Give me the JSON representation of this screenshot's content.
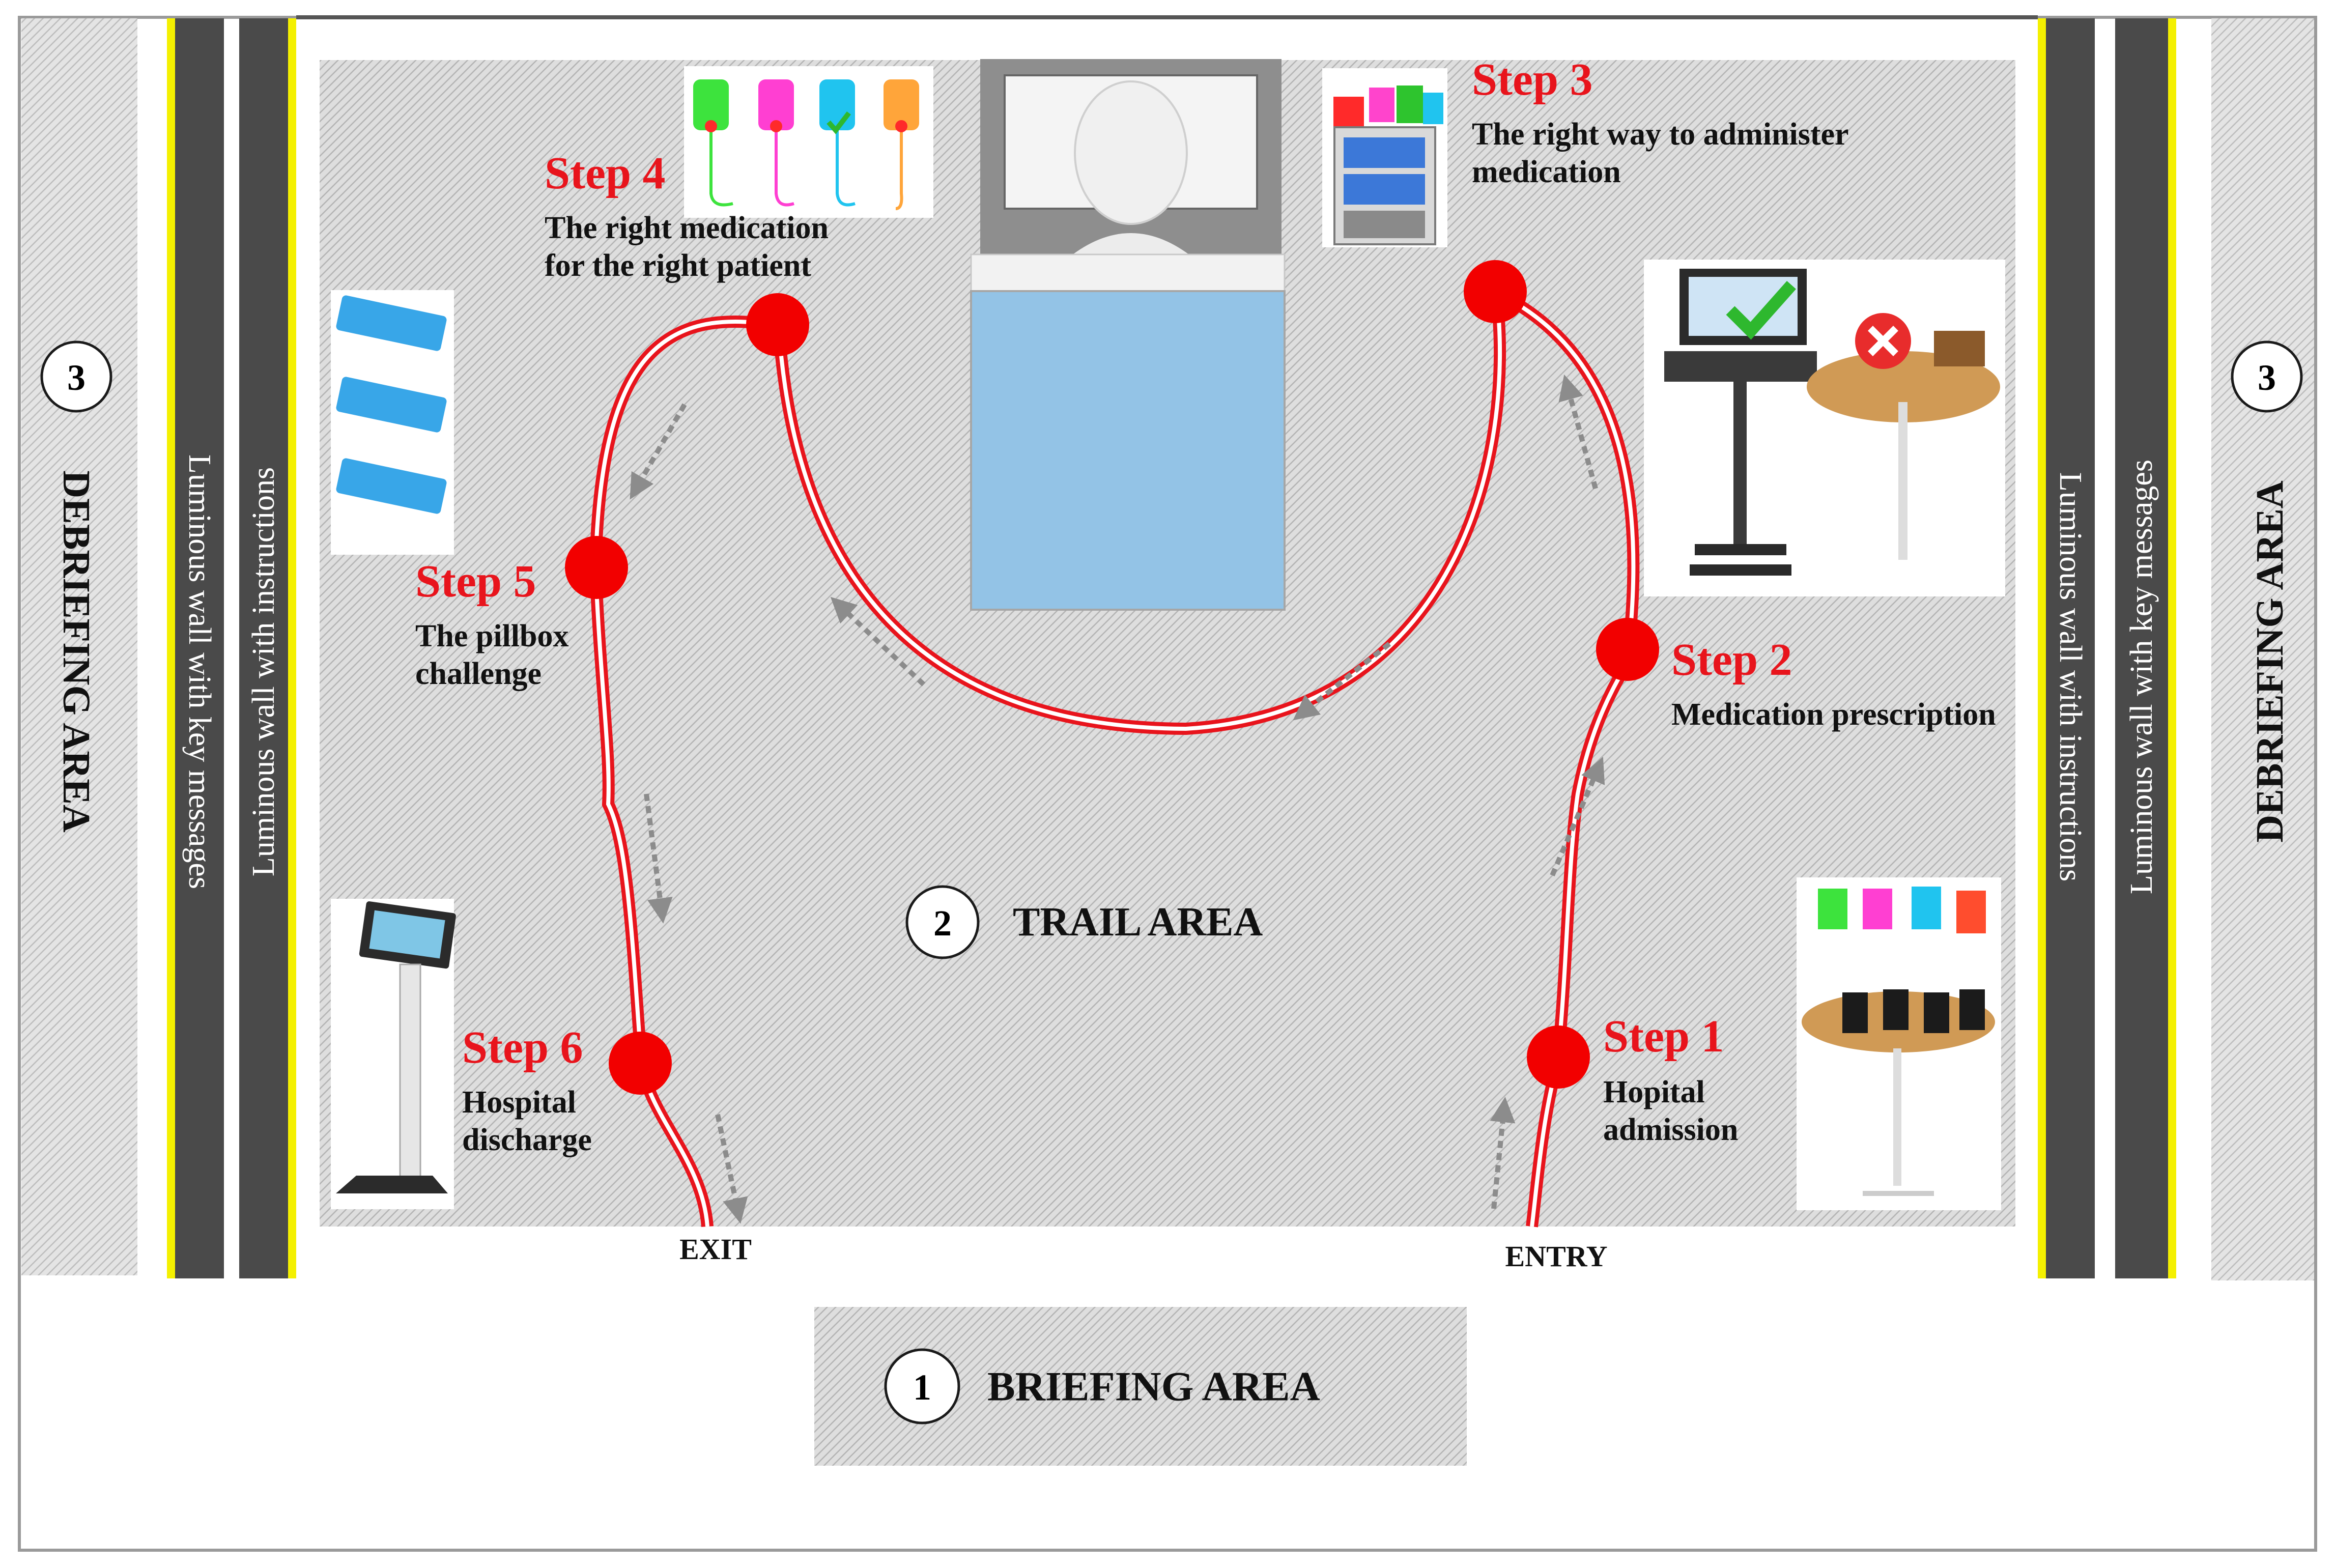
{
  "areas": {
    "debriefing": {
      "number": "3",
      "label": "DEBRIEFING AREA"
    },
    "trail": {
      "number": "2",
      "label": "TRAIL AREA"
    },
    "briefing": {
      "number": "1",
      "label": "BRIEFING AREA"
    }
  },
  "walls": {
    "key_messages": "Luminous wall with key messages",
    "instructions": "Luminous wall with instructions"
  },
  "entry_label": "ENTRY",
  "exit_label": "EXIT",
  "steps": [
    {
      "title": "Step 1",
      "line1": "Hopital",
      "line2": "admission"
    },
    {
      "title": "Step 2",
      "line1": "Medication prescription",
      "line2": ""
    },
    {
      "title": "Step 3",
      "line1": "The right way to administer",
      "line2": "medication"
    },
    {
      "title": "Step 4",
      "line1": "The right medication",
      "line2": "for the right patient"
    },
    {
      "title": "Step 5",
      "line1": "The pillbox",
      "line2": "challenge"
    },
    {
      "title": "Step 6",
      "line1": "Hospital",
      "line2": "discharge"
    }
  ],
  "colors": {
    "trail_red": "#e8141c",
    "wall_dark": "#4a4a4a",
    "wall_yellow": "#f4f000",
    "bed_blue": "#93c3e6"
  }
}
